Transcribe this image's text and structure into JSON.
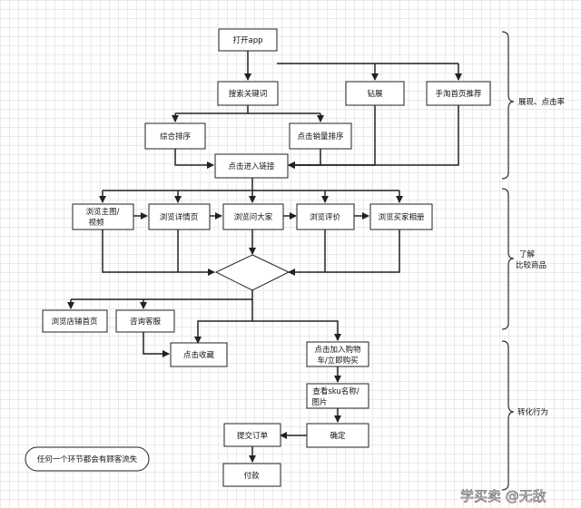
{
  "nodes": {
    "open_app": "打开app",
    "search_keyword": "搜索关键词",
    "diamond_booth": "钻展",
    "taobao_home": "手淘首页推荐",
    "general_sort": "综合排序",
    "sales_sort": "点击销量排序",
    "enter_link": "点击进入链接",
    "main_image_l1": "浏览主图/",
    "main_image_l2": "视频",
    "detail_page": "浏览详情页",
    "ask_everyone": "浏览问大家",
    "reviews": "浏览评价",
    "buyer_album": "浏览买家相册",
    "store_home": "浏览店铺首页",
    "consult_cs": "咨询客服",
    "add_cart_l1": "点击加入购物",
    "add_cart_l2": "车/立即购买",
    "favorite": "点击收藏",
    "sku_l1": "查看sku名称/",
    "sku_l2": "图片",
    "confirm": "确定",
    "submit_order": "提交订单",
    "pay": "付款",
    "note": "任何一个环节都会有顾客流失"
  },
  "stages": {
    "show": "展现、点击率",
    "compare_l1": "了解",
    "compare_l2": "比较商品",
    "convert": "转化行为"
  },
  "watermark": "学买卖 @无敌"
}
